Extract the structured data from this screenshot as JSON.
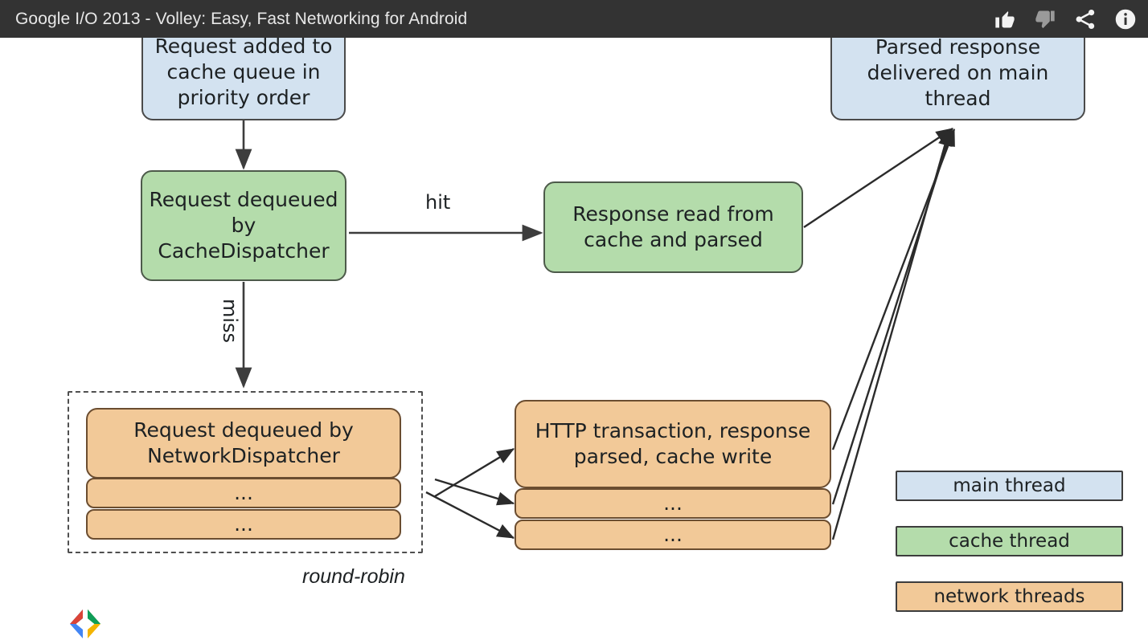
{
  "titlebar": {
    "title": "Google I/O 2013 - Volley: Easy, Fast Networking for Android",
    "actions": [
      {
        "name": "thumbs-up-icon",
        "label": "Like"
      },
      {
        "name": "thumbs-down-icon",
        "label": "Dislike"
      },
      {
        "name": "share-icon",
        "label": "Share"
      },
      {
        "name": "info-icon",
        "label": "Info"
      }
    ]
  },
  "diagram": {
    "nodes": {
      "cache_queue": "Request added to cache queue in priority order",
      "cache_dispatcher": "Request dequeued by CacheDispatcher",
      "cache_read": "Response read from cache and parsed",
      "parsed_delivered": "Parsed response delivered on main thread",
      "network_dispatcher": "Request dequeued by NetworkDispatcher",
      "network_more_1": "...",
      "network_more_2": "...",
      "http_transaction": "HTTP transaction, response parsed, cache write",
      "http_more_1": "...",
      "http_more_2": "..."
    },
    "edge_labels": {
      "hit": "hit",
      "miss": "miss"
    },
    "group_label": "round-robin"
  },
  "legend": {
    "items": [
      {
        "label": "main thread",
        "color": "#d3e2f0"
      },
      {
        "label": "cache thread",
        "color": "#b4dcab"
      },
      {
        "label": "network threads",
        "color": "#f2c998"
      }
    ]
  },
  "colors": {
    "titlebar_bg": "#333333",
    "titlebar_text": "#e8e8e8",
    "main_thread": "#d3e2f0",
    "cache_thread": "#b4dcab",
    "network_thread": "#f2c998",
    "stroke": "#3d3d3d",
    "canvas": "#ffffff"
  },
  "logo": {
    "name": "google-developers-logo",
    "colors": [
      "#db4437",
      "#4285f4",
      "#0f9d58",
      "#f4b400"
    ]
  }
}
